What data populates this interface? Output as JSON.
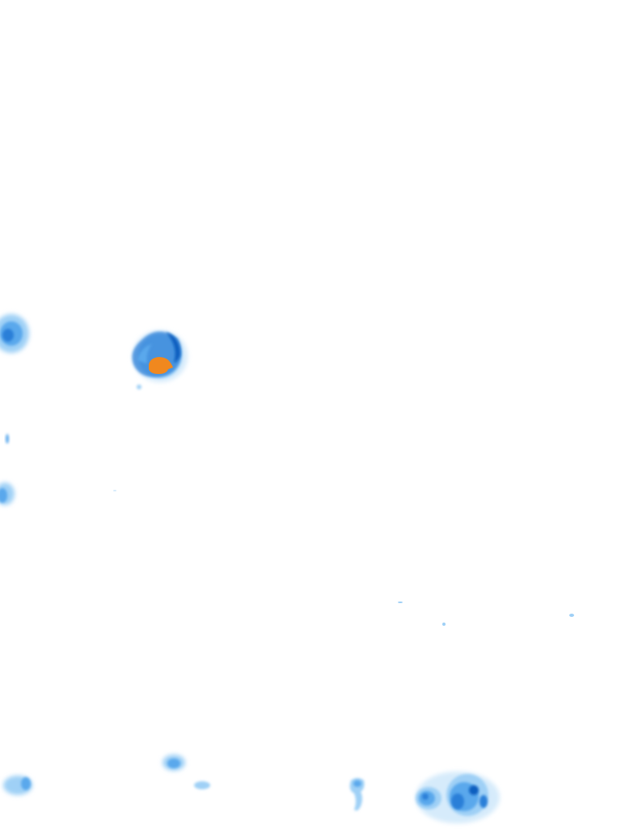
{
  "colors": {
    "background": "#ffffff",
    "precip_very_light": "#d6ebfb",
    "precip_light": "#9fd0f6",
    "precip_moderate": "#5aa8ec",
    "precip_heavy": "#2a7fd8",
    "precip_very_heavy": "#0f5fbf",
    "precip_intense": "#f0881e"
  },
  "legend_levels": [
    "precip_very_light",
    "precip_light",
    "precip_moderate",
    "precip_heavy",
    "precip_very_heavy",
    "precip_intense"
  ]
}
